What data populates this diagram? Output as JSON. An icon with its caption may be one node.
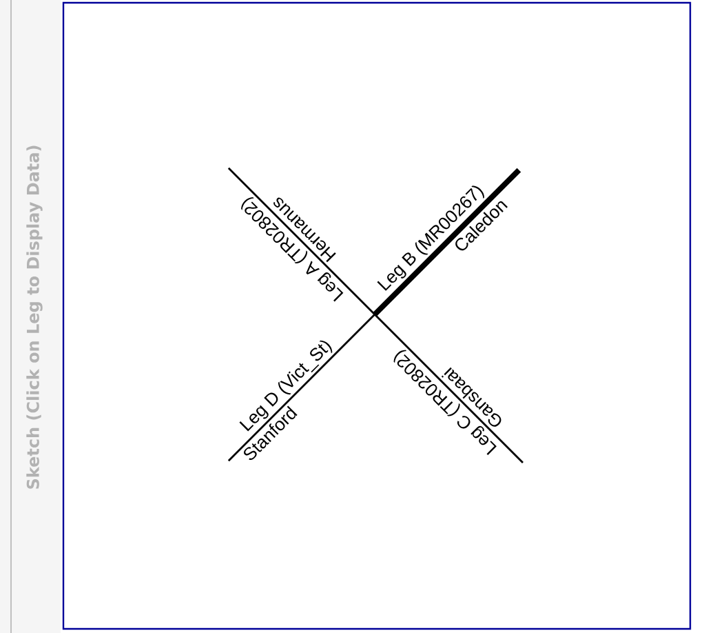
{
  "diagram": {
    "title": "Sketch (Click on Leg to Display Data)",
    "labels": [
      "Leg A (TR02802)",
      "Hermanus",
      "Leg B (MR00267)",
      "Caledon",
      "Leg D (Vict_St)",
      "Stanford",
      "Leg C (TR02802)",
      "Gansbaai"
    ]
  }
}
